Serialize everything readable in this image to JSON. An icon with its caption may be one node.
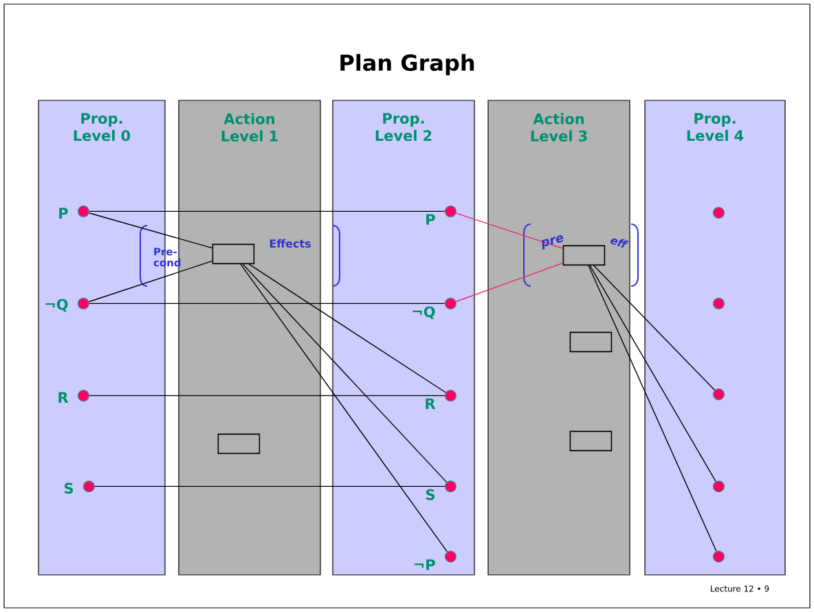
{
  "diagram": {
    "title": "Plan Graph",
    "nodes": [
      {
        "text": [
          "Prop. Level 0"
        ]
      },
      {
        "text": [],
        "shape": "circle",
        "in": 0,
        "beside": [
          "P"
        ]
      },
      {
        "text": [],
        "shape": "circle",
        "in": 0,
        "beside": [
          "¬Q"
        ]
      },
      {
        "text": [],
        "shape": "circle",
        "in": 0,
        "beside": [
          "R"
        ]
      },
      {
        "text": [],
        "shape": "circle",
        "in": 0,
        "beside": [
          "S"
        ]
      },
      {
        "text": [
          "Action Level 1"
        ]
      },
      {
        "text": [],
        "shape": "box",
        "in": 5
      },
      {
        "text": [],
        "shape": "box",
        "in": 5
      },
      {
        "text": [
          "Prop. Level 2"
        ]
      },
      {
        "text": [],
        "shape": "circle",
        "in": 8,
        "beside": [
          "P"
        ]
      },
      {
        "text": [],
        "shape": "circle",
        "in": 8,
        "beside": [
          "¬Q"
        ]
      },
      {
        "text": [],
        "shape": "circle",
        "in": 8,
        "beside": [
          "R"
        ]
      },
      {
        "text": [],
        "shape": "circle",
        "in": 8,
        "beside": [
          "S"
        ]
      },
      {
        "text": [],
        "shape": "circle",
        "in": 8,
        "beside": [
          "¬P"
        ]
      },
      {
        "text": [
          "Action Level 3"
        ]
      },
      {
        "text": [],
        "shape": "box",
        "in": 14
      },
      {
        "text": [],
        "shape": "box",
        "in": 14
      },
      {
        "text": [],
        "shape": "box",
        "in": 14
      },
      {
        "text": [
          "Prop. Level 4"
        ]
      },
      {
        "text": [],
        "shape": "circle",
        "in": 18
      },
      {
        "text": [],
        "shape": "circle",
        "in": 18
      },
      {
        "text": [],
        "shape": "circle",
        "in": 18
      },
      {
        "text": [],
        "shape": "circle",
        "in": 18
      },
      {
        "text": [],
        "shape": "circle",
        "in": 18
      }
    ],
    "edges": [
      {
        "from": 1,
        "to": 9,
        "arrow": "none"
      },
      {
        "from": 1,
        "to": 6,
        "arrow": "none"
      },
      {
        "from": 2,
        "to": 6,
        "arrow": "none"
      },
      {
        "from": 2,
        "to": 10,
        "arrow": "none"
      },
      {
        "from": 3,
        "to": 11,
        "arrow": "none"
      },
      {
        "from": 4,
        "to": 12,
        "arrow": "none"
      },
      {
        "from": 6,
        "to": 11,
        "arrow": "none"
      },
      {
        "from": 6,
        "to": 12,
        "arrow": "none"
      },
      {
        "from": 6,
        "to": 13,
        "arrow": "none"
      },
      {
        "from": 9,
        "to": 15,
        "arrow": "none",
        "color": "#e8306a"
      },
      {
        "from": 10,
        "to": 15,
        "arrow": "none",
        "color": "#e8306a"
      },
      {
        "from": 15,
        "to": 21,
        "arrow": "none"
      },
      {
        "from": 15,
        "to": 22,
        "arrow": "none"
      },
      {
        "from": 15,
        "to": 23,
        "arrow": "none"
      }
    ],
    "labels": [
      "Pre-cond",
      "Effects",
      "pre",
      "eff",
      "Lecture 12 • 9"
    ]
  }
}
